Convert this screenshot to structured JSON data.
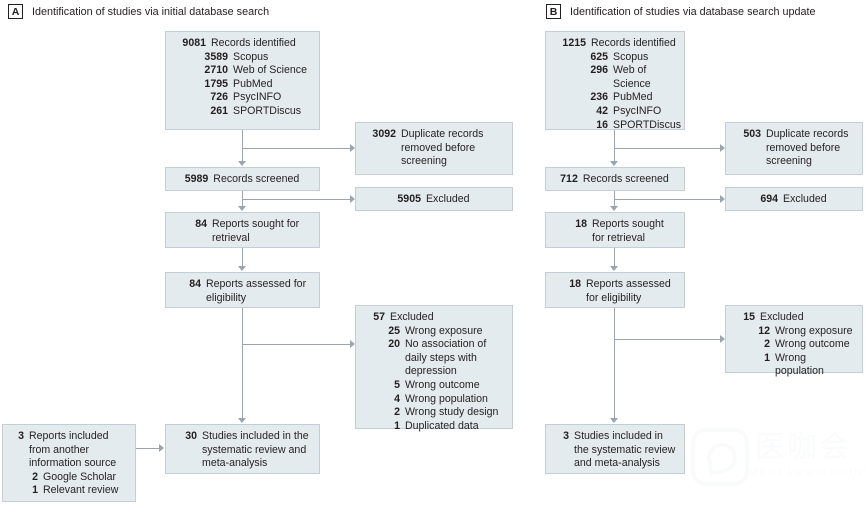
{
  "figure": {
    "type": "prisma-flow-diagram",
    "colors": {
      "box_fill": "#e4ebef",
      "box_border": "#c3ced6",
      "connector": "#9aa6ad",
      "text": "#231f20",
      "background": "#ffffff"
    }
  },
  "panels": [
    {
      "letter": "A",
      "title": "Identification of studies via initial database search",
      "boxes": {
        "identified": [
          {
            "num": "9081",
            "label": "Records identified"
          },
          {
            "num": "3589",
            "label": "Scopus"
          },
          {
            "num": "2710",
            "label": "Web of Science"
          },
          {
            "num": "1795",
            "label": "PubMed"
          },
          {
            "num": "726",
            "label": "PsycINFO"
          },
          {
            "num": "261",
            "label": "SPORTDiscus"
          }
        ],
        "duplicates": [
          {
            "num": "3092",
            "label": "Duplicate records removed before screening"
          }
        ],
        "screened": [
          {
            "num": "5989",
            "label": "Records screened"
          }
        ],
        "excluded_screening": [
          {
            "num": "5905",
            "label": "Excluded"
          }
        ],
        "sought": [
          {
            "num": "84",
            "label": "Reports sought for retrieval"
          }
        ],
        "assessed": [
          {
            "num": "84",
            "label": "Reports assessed for eligibility"
          }
        ],
        "excluded_eligibility": [
          {
            "num": "57",
            "label": "Excluded"
          },
          {
            "num": "25",
            "label": "Wrong exposure"
          },
          {
            "num": "20",
            "label": "No association of daily steps with depression"
          },
          {
            "num": "5",
            "label": "Wrong outcome"
          },
          {
            "num": "4",
            "label": "Wrong population"
          },
          {
            "num": "2",
            "label": "Wrong study design"
          },
          {
            "num": "1",
            "label": "Duplicated data"
          }
        ],
        "other_source": [
          {
            "num": "3",
            "label": "Reports included from another information source"
          },
          {
            "num": "2",
            "label": "Google Scholar"
          },
          {
            "num": "1",
            "label": "Relevant review"
          }
        ],
        "included": [
          {
            "num": "30",
            "label": "Studies included in the systematic review and meta-analysis"
          }
        ]
      }
    },
    {
      "letter": "B",
      "title": "Identification of studies via database search update",
      "boxes": {
        "identified": [
          {
            "num": "1215",
            "label": "Records identified"
          },
          {
            "num": "625",
            "label": "Scopus"
          },
          {
            "num": "296",
            "label": "Web of Science"
          },
          {
            "num": "236",
            "label": "PubMed"
          },
          {
            "num": "42",
            "label": "PsycINFO"
          },
          {
            "num": "16",
            "label": "SPORTDiscus"
          }
        ],
        "duplicates": [
          {
            "num": "503",
            "label": "Duplicate records removed before screening"
          }
        ],
        "screened": [
          {
            "num": "712",
            "label": "Records screened"
          }
        ],
        "excluded_screening": [
          {
            "num": "694",
            "label": "Excluded"
          }
        ],
        "sought": [
          {
            "num": "18",
            "label": "Reports sought for retrieval"
          }
        ],
        "assessed": [
          {
            "num": "18",
            "label": "Reports assessed for eligibility"
          }
        ],
        "excluded_eligibility": [
          {
            "num": "15",
            "label": "Excluded"
          },
          {
            "num": "12",
            "label": "Wrong exposure"
          },
          {
            "num": "2",
            "label": "Wrong outcome"
          },
          {
            "num": "1",
            "label": "Wrong population"
          }
        ],
        "included": [
          {
            "num": "3",
            "label": "Studies included in the systematic review and meta-analysis"
          }
        ]
      }
    }
  ],
  "watermark": {
    "chinese": "医咖会",
    "english": "MEDPEER GROUP"
  }
}
